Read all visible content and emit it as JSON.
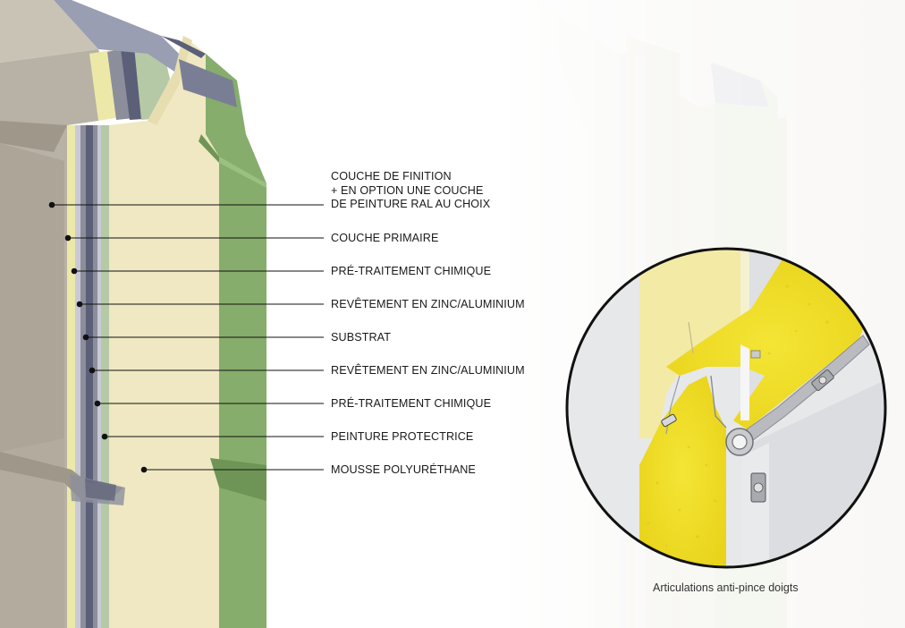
{
  "labels": [
    {
      "lines": [
        "COUCHE DE FINITION",
        "+ EN OPTION UNE COUCHE",
        "DE PEINTURE RAL AU CHOIX"
      ]
    },
    {
      "lines": [
        "COUCHE PRIMAIRE"
      ]
    },
    {
      "lines": [
        "PRÉ-TRAITEMENT CHIMIQUE"
      ]
    },
    {
      "lines": [
        "REVÊTEMENT EN ZINC/ALUMINIUM"
      ]
    },
    {
      "lines": [
        "SUBSTRAT"
      ]
    },
    {
      "lines": [
        "REVÊTEMENT EN ZINC/ALUMINIUM"
      ]
    },
    {
      "lines": [
        "PRÉ-TRAITEMENT CHIMIQUE"
      ]
    },
    {
      "lines": [
        "PEINTURE PROTECTRICE"
      ]
    },
    {
      "lines": [
        "MOUSSE POLYURÉTHANE"
      ]
    }
  ],
  "caption": "Articulations anti-pince doigts",
  "colors": {
    "finish": "#b8b1a5",
    "primer": "#ece9a8",
    "steel": "#8c8e9c",
    "substrate": "#5c5f78",
    "protective": "#b6c9a6",
    "foam": "#efe8c2",
    "liner": "#86ad6c",
    "foam_yellow": "#f2e22a",
    "hinge_gray": "#c9cbcf"
  }
}
